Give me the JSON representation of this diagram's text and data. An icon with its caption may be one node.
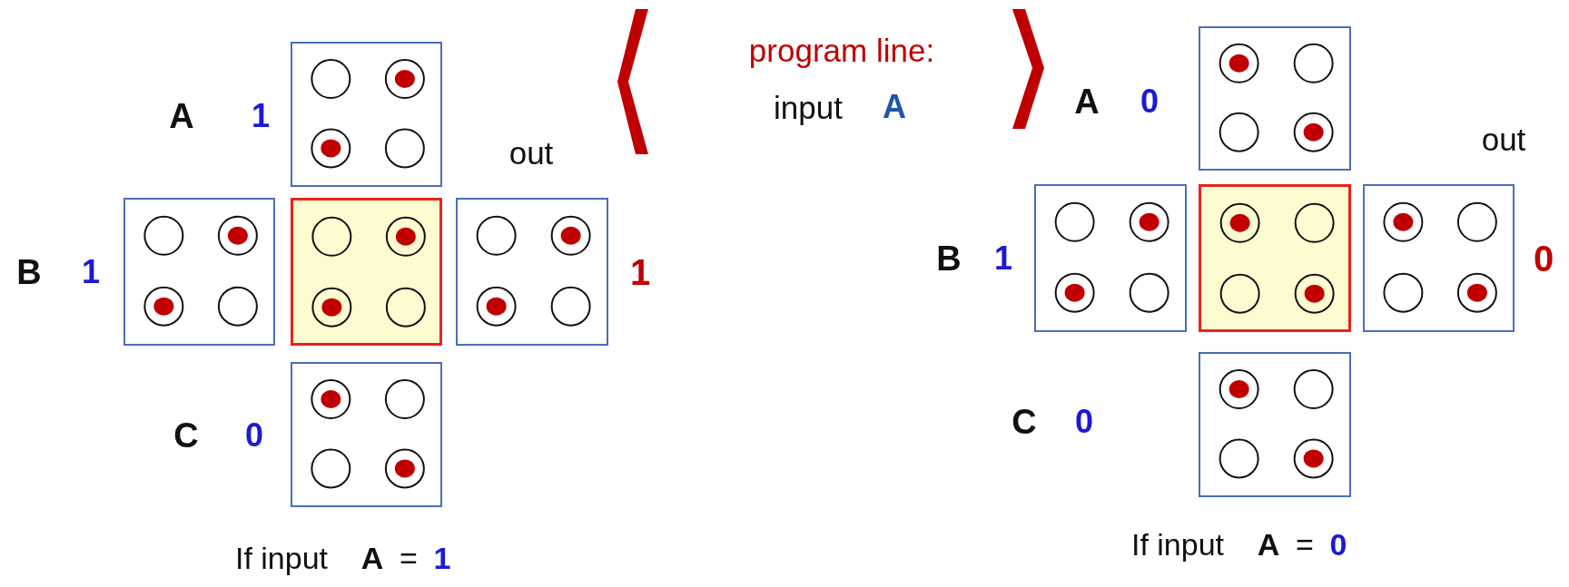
{
  "diagram": {
    "nodes": [
      {
        "text": [],
        "shape": "box"
      },
      {
        "text": [],
        "shape": "box"
      },
      {
        "text": [],
        "shape": "box"
      },
      {
        "text": [],
        "shape": "box"
      },
      {
        "text": [],
        "shape": "box"
      },
      {
        "text": [],
        "shape": "box"
      },
      {
        "text": [],
        "shape": "box"
      },
      {
        "text": [],
        "shape": "box"
      },
      {
        "text": [],
        "shape": "box"
      },
      {
        "text": [],
        "shape": "box"
      }
    ],
    "labels": [
      "A",
      "1",
      "program line:",
      "input",
      "A",
      "A",
      "0",
      "out",
      "out",
      "B",
      "1",
      "1",
      "B",
      "1",
      "0",
      "C",
      "0",
      "C",
      "0",
      "If input",
      "A",
      "=",
      "1",
      "If input",
      "A",
      "=",
      "0"
    ]
  }
}
